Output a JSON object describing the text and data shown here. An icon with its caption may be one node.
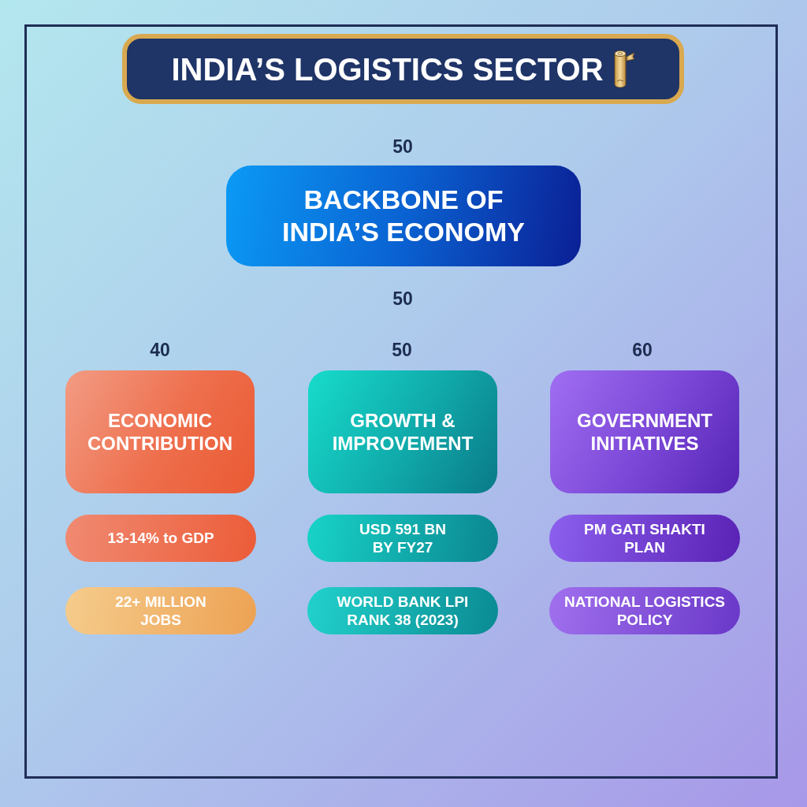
{
  "diagram": {
    "title": "INDIA’S LOGISTICS SECTOR",
    "nodes": [
      {
        "text": [
          "BACKBONE OF INDIA’S ECONOMY"
        ],
        "beside": [
          "50",
          "50"
        ]
      },
      {
        "text": [
          "ECONOMIC CONTRIBUTION"
        ],
        "beside": [
          "40"
        ]
      },
      {
        "text": [
          "GROWTH & IMPROVEMENT"
        ],
        "beside": [
          "50"
        ]
      },
      {
        "text": [
          "GOVERNMENT INITIATIVES"
        ],
        "beside": [
          "60"
        ]
      },
      {
        "text": [
          "13-14% to GDP"
        ]
      },
      {
        "text": [
          "USD 591 BN BY FY27"
        ]
      },
      {
        "text": [
          "PM GATI SHAKTI PLAN"
        ]
      },
      {
        "text": [
          "22+ MILLION JOBS"
        ]
      },
      {
        "text": [
          "WORLD BANK LPI RANK 38 (2023)"
        ]
      },
      {
        "text": [
          "NATIONAL LOGISTICS POLICY"
        ]
      }
    ]
  }
}
